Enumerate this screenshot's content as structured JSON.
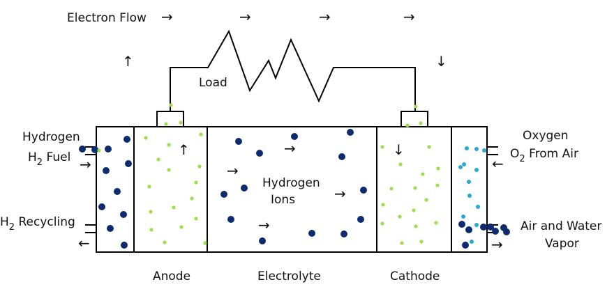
{
  "labels": {
    "electron_flow": "Electron Flow",
    "load": "Load",
    "hydrogen": "Hydrogen",
    "h2_fuel_h": "H",
    "h2_fuel_sub": "2",
    "h2_fuel_rest": " Fuel",
    "h2_recycling_h": "H",
    "h2_recycling_sub": "2",
    "h2_recycling_rest": " Recycling",
    "hydrogen_ions_1": "Hydrogen",
    "hydrogen_ions_2": "Ions",
    "oxygen": "Oxygen",
    "o2_o": "O",
    "o2_sub": "2",
    "o2_rest": " From Air",
    "air_water_1": "Air and Water",
    "air_water_2": "Vapor",
    "anode": "Anode",
    "electrolyte": "Electrolyte",
    "cathode": "Cathode"
  },
  "arrows": {
    "right": "→",
    "left": "←",
    "up": "↑",
    "down": "↓"
  },
  "colors": {
    "hydrogen_dot": "#0d2b6e",
    "electron_dot": "#9be04a",
    "oxygen_dot": "#2aa9d6",
    "line": "#000000"
  }
}
